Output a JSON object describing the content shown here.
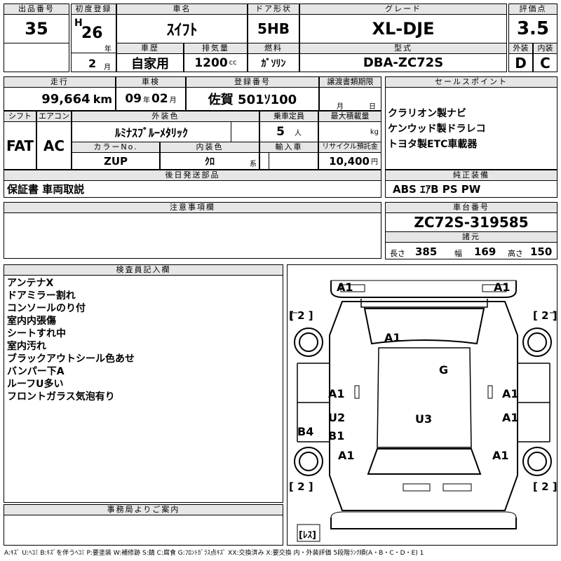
{
  "labels": {
    "lot_no": "出品番号",
    "first_reg": "初度登録",
    "car_name": "車名",
    "door": "ドア形状",
    "grade": "グレード",
    "score": "評価点",
    "history": "車歴",
    "displacement": "排気量",
    "fuel": "燃料",
    "model_code": "型式",
    "exterior": "外装",
    "interior": "内装",
    "mileage": "走行",
    "inspection": "車検",
    "reg_no": "登録番号",
    "transfer_doc": "譲渡書類期限",
    "sales_point": "セールスポイント",
    "shift": "シフト",
    "aircon": "エアコン",
    "ext_color": "外装色",
    "capacity": "乗車定員",
    "max_load": "最大積載量",
    "color_no": "カラーNo.",
    "int_color": "内装色",
    "import": "輸入車",
    "recycle": "リサイクル預託金",
    "later_items": "後日発送部品",
    "genuine": "純正装備",
    "notes": "注意事項欄",
    "chassis": "車台番号",
    "specs": "諸元",
    "inspector": "検査員記入欄",
    "office": "事務局よりご案内"
  },
  "values": {
    "lot_no": "35",
    "era": "H",
    "year": "26",
    "year_unit": "年",
    "month": "2",
    "month_unit": "月",
    "car_name": "ｽｲﾌﾄ",
    "door": "5HB",
    "grade": "XL-DJE",
    "score": "3.5",
    "history": "自家用",
    "displacement": "1200",
    "cc": "cc",
    "fuel": "ｶﾞｿﾘﾝ",
    "model_code": "DBA-ZC72S",
    "exterior": "D",
    "interior": "C",
    "mileage": "99,664",
    "km": "km",
    "insp_year": "09",
    "insp_month": "02",
    "reg_no": "佐賀 501ｿ100",
    "doc_month": "月",
    "doc_day": "日",
    "shift": "FAT",
    "aircon": "AC",
    "ext_color": "ﾙﾐﾅｽﾌﾞﾙｰﾒﾀﾘｯｸ",
    "capacity": "5",
    "capacity_unit": "人",
    "load_unit": "kg",
    "color_no": "ZUP",
    "int_color": "ｸﾛ",
    "int_unit": "系",
    "recycle": "10,400",
    "yen": "円",
    "later_items": "保証書 車両取説",
    "genuine": "ABS ｴｱB PS PW",
    "chassis": "ZC72S-319585",
    "len_label": "長さ",
    "length": "385",
    "wid_label": "幅",
    "width": "169",
    "hgt_label": "高さ",
    "height": "150"
  },
  "sales_points": [
    "クラリオン製ナビ",
    "ケンウッド製ドラレコ",
    "トヨタ製ETC車載器"
  ],
  "inspector_notes": [
    "アンテナX",
    "ドアミラー割れ",
    "コンソールのり付",
    "室内内張傷",
    "シートすれ中",
    "室内汚れ",
    "ブラックアウトシール色あせ",
    "バンパー下A",
    "ルーフU多い",
    "フロントガラス気泡有り"
  ],
  "diagram": {
    "marks": [
      "A1",
      "A1",
      "A1",
      "G",
      "A1",
      "A1",
      "U2",
      "B1",
      "U3",
      "A1",
      "B4",
      "A1",
      "A1"
    ],
    "tires": [
      "[ 2 ]",
      "[ 2 ]",
      "[ 2 ]",
      "[ 2 ]"
    ],
    "spare": "[ﾚｽ]"
  },
  "footer": "A:ｷｽﾞ U:ﾍｺﾐ B:ｷｽﾞを伴うﾍｺﾐ P:要塗装 W:補修跡 S:錆 C:腐食 G:ﾌﾛﾝﾄｶﾞﾗｽ点ｷｽﾞ XX:交換済み X:要交換 内・外装評価 5段階ﾗﾝｸ順(A・B・C・D・E) 1"
}
